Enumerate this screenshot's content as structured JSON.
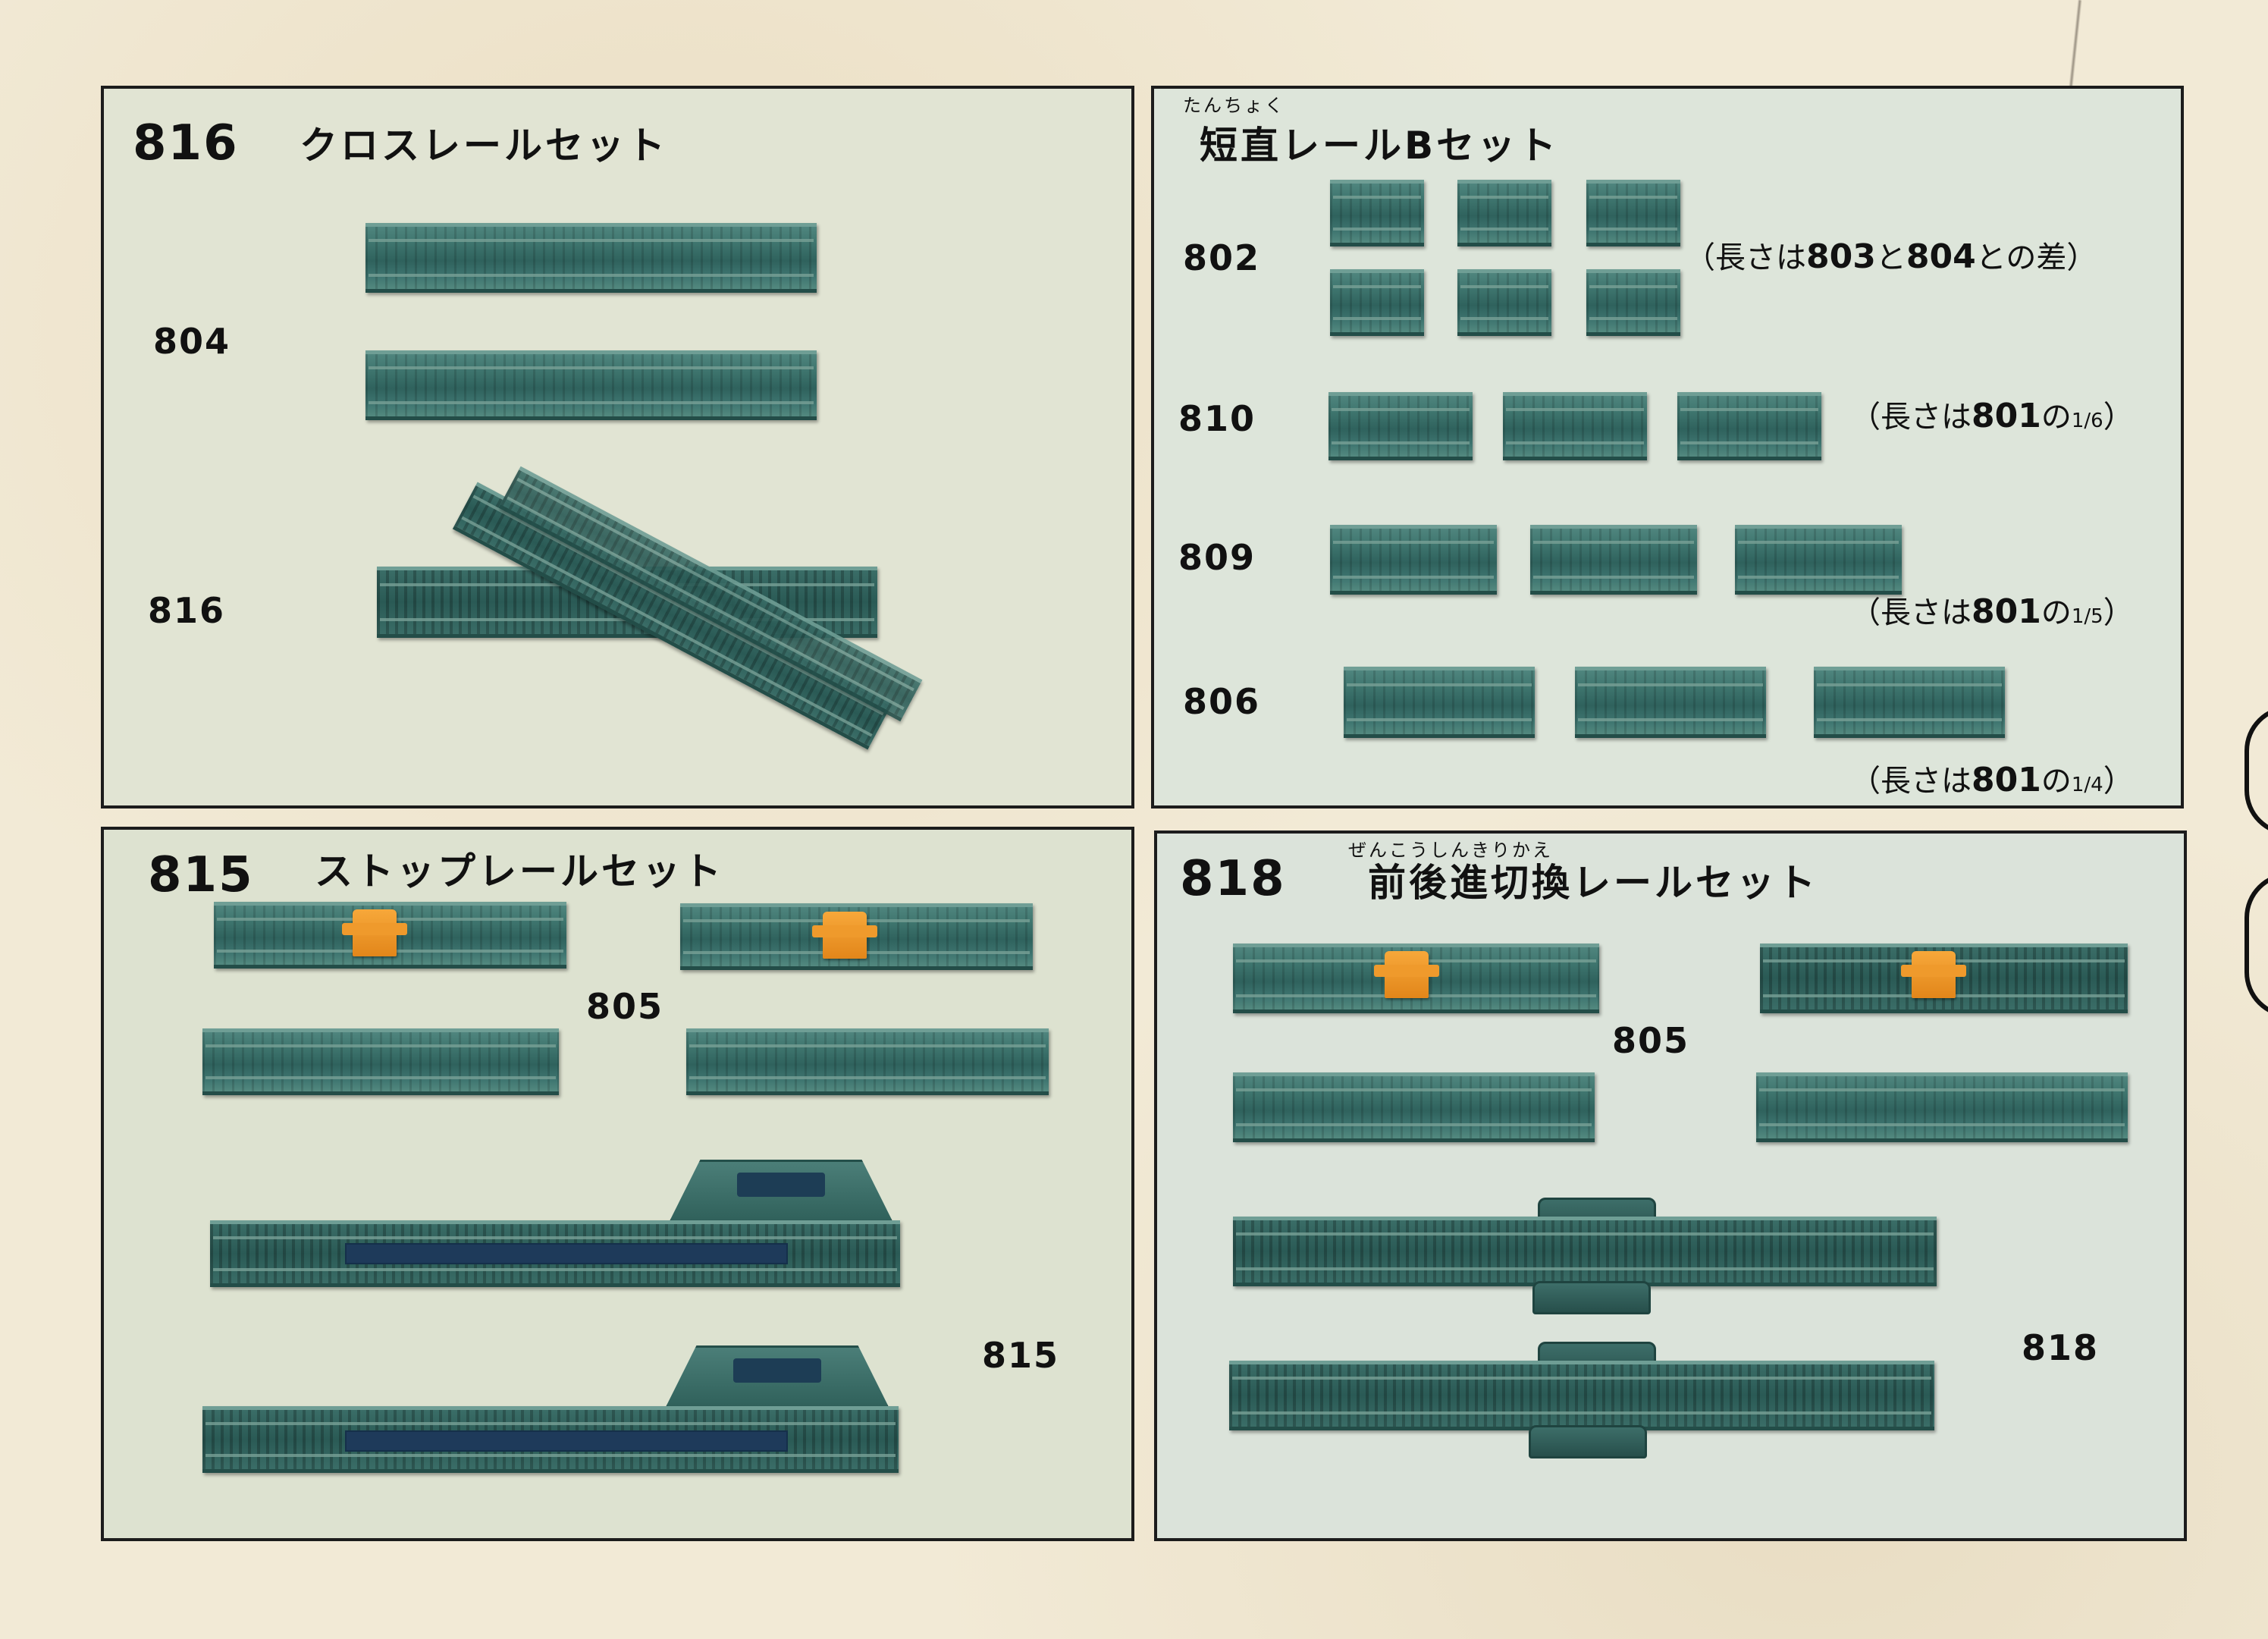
{
  "panels": {
    "cross": {
      "code": "816",
      "title": "クロスレールセット",
      "items": [
        {
          "label": "804"
        },
        {
          "label": "816"
        }
      ]
    },
    "short_straight": {
      "ruby": "たんちょく",
      "title": "短直レールBセット",
      "rows": [
        {
          "label": "802",
          "note_pre": "（長さは",
          "note_a": "803",
          "note_mid": "と",
          "note_b": "804",
          "note_post": "との差）"
        },
        {
          "label": "810",
          "note_pre": "（長さは",
          "note_a": "801",
          "note_post": "の",
          "fraction": "1/6",
          "note_end": "）"
        },
        {
          "label": "809",
          "note_pre": "（長さは",
          "note_a": "801",
          "note_post": "の",
          "fraction": "1/5",
          "note_end": "）"
        },
        {
          "label": "806",
          "note_pre": "（長さは",
          "note_a": "801",
          "note_post": "の",
          "fraction": "1/4",
          "note_end": "）"
        }
      ]
    },
    "stop": {
      "code": "815",
      "title": "ストップレールセット",
      "items": [
        {
          "label": "805"
        },
        {
          "label": "815"
        }
      ]
    },
    "reverse": {
      "code": "818",
      "ruby": "ぜんこうしんきりかえ",
      "title": "前後進切換レールセット",
      "items": [
        {
          "label": "805"
        },
        {
          "label": "818"
        }
      ]
    }
  },
  "colors": {
    "rail": "#3f766f",
    "stopper": "#f7a83a",
    "panel_border": "#1c1c1c",
    "paper": "#f2ead6"
  }
}
